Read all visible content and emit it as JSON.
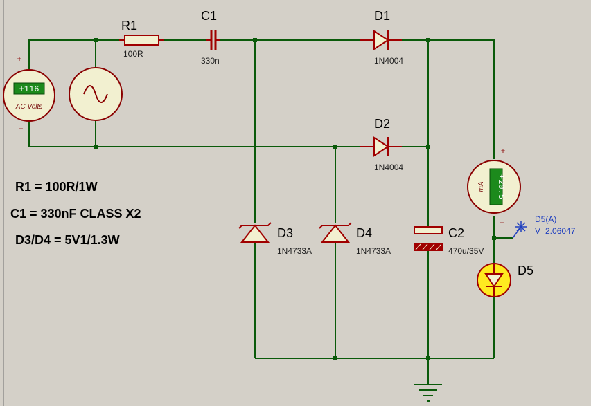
{
  "colors": {
    "background": "#d4d0c8",
    "wire": "#0a5a0a",
    "component": "#a00000",
    "meter_face": "#f2f0d0",
    "meter_display": "#1c8a1c",
    "led_glow": "#ffea20",
    "probe": "#1f3fbf"
  },
  "components": {
    "R1": {
      "ref": "R1",
      "value": "100R"
    },
    "C1": {
      "ref": "C1",
      "value": "330n"
    },
    "D1": {
      "ref": "D1",
      "value": "1N4004"
    },
    "D2": {
      "ref": "D2",
      "value": "1N4004"
    },
    "D3": {
      "ref": "D3",
      "value": "1N4733A"
    },
    "D4": {
      "ref": "D4",
      "value": "1N4733A"
    },
    "C2": {
      "ref": "C2",
      "value": "470u/35V"
    },
    "D5": {
      "ref": "D5"
    }
  },
  "voltmeter": {
    "reading": "+116",
    "unit": "AC Volts",
    "plus": "+",
    "minus": "−"
  },
  "ammeter": {
    "reading": "+20.5",
    "unit": "mA",
    "plus": "+",
    "minus": "−"
  },
  "probe": {
    "label": "D5(A)",
    "reading": "V=2.06047"
  },
  "notes": {
    "line1": "R1 = 100R/1W",
    "line2": "C1 = 330nF  CLASS X2",
    "line3": "D3/D4 = 5V1/1.3W"
  }
}
